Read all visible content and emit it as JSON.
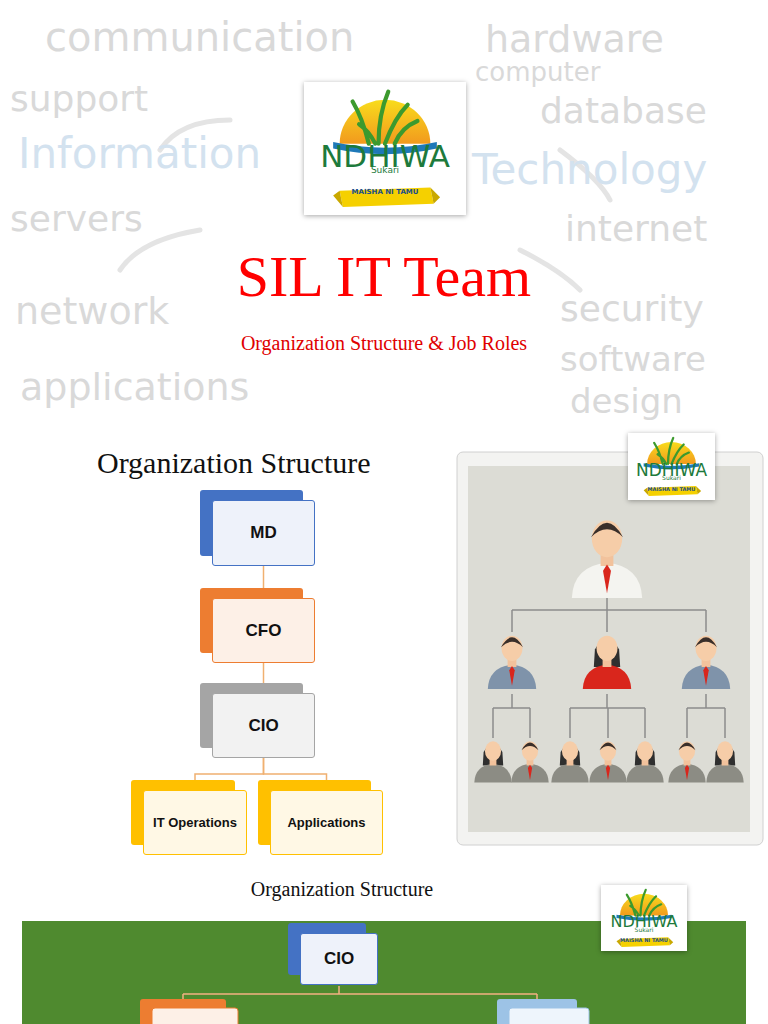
{
  "diagram": {
    "title": "SIL IT Team",
    "nodes": [
      {
        "text": [
          "MD"
        ]
      },
      {
        "text": [
          "CFO"
        ]
      },
      {
        "text": [
          "CIO"
        ]
      },
      {
        "text": [
          "IT Operations"
        ]
      },
      {
        "text": [
          "Applications"
        ]
      },
      {
        "text": [
          "CIO"
        ]
      }
    ],
    "edges": [
      {
        "from": 0,
        "to": 1,
        "arrow": "none"
      },
      {
        "from": 1,
        "to": 2,
        "arrow": "none"
      },
      {
        "from": 2,
        "to": 3,
        "arrow": "none"
      },
      {
        "from": 2,
        "to": 4,
        "arrow": "none"
      }
    ],
    "labels": [
      "Organization Structure & Job Roles",
      "communication",
      "hardware",
      "computer",
      "support",
      "database",
      "Information",
      "Technology",
      "servers",
      "internet",
      "network",
      "security",
      "applications",
      "software",
      "design",
      "Organization Structure",
      "Organization Structure",
      "NDHIWA",
      "Sukari",
      "MAISHA NI TAMU",
      "NDHIWA",
      "Sukari",
      "MAISHA NI TAMU",
      "NDHIWA",
      "Sukari",
      "MAISHA NI TAMU"
    ]
  }
}
